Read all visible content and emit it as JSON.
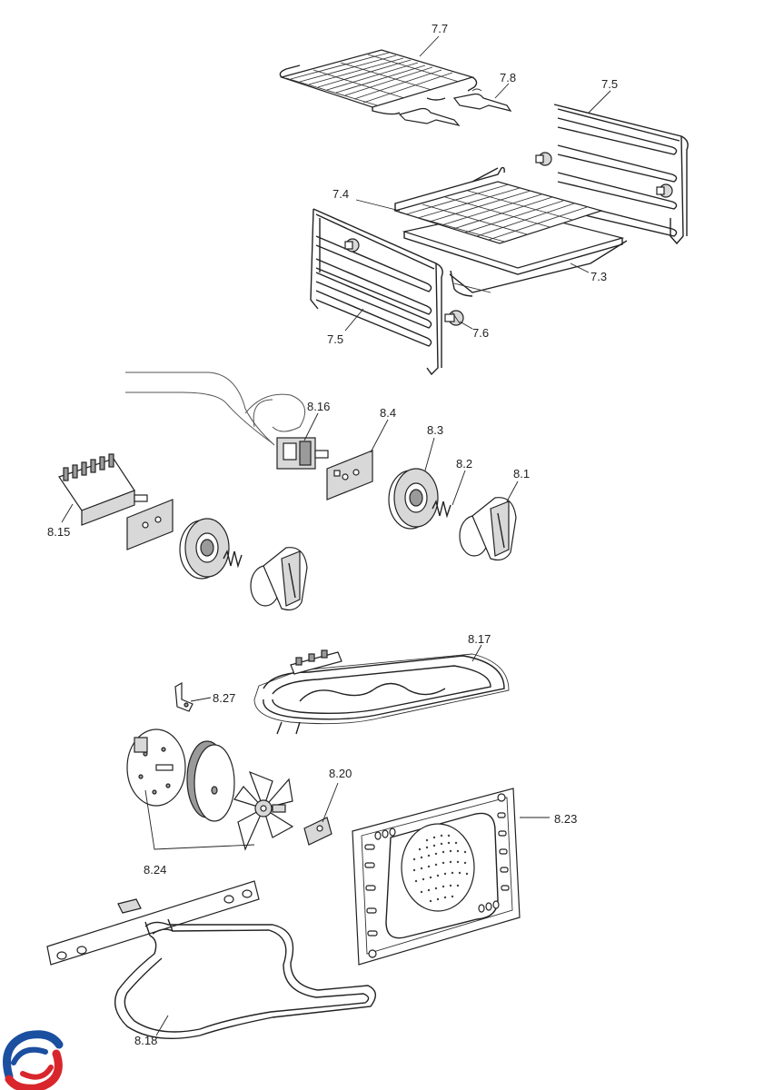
{
  "labels": {
    "l77": "7.7",
    "l78": "7.8",
    "l75a": "7.5",
    "l74": "7.4",
    "l73": "7.3",
    "l75b": "7.5",
    "l76": "7.6",
    "l816": "8.16",
    "l84": "8.4",
    "l83": "8.3",
    "l82": "8.2",
    "l81": "8.1",
    "l815": "8.15",
    "l817": "8.17",
    "l827": "8.27",
    "l820": "8.20",
    "l823": "8.23",
    "l824": "8.24",
    "l818": "8.18"
  },
  "logo": {
    "name": "brand-logo-icon",
    "colors": [
      "#1b4fa0",
      "#d8262c"
    ]
  }
}
